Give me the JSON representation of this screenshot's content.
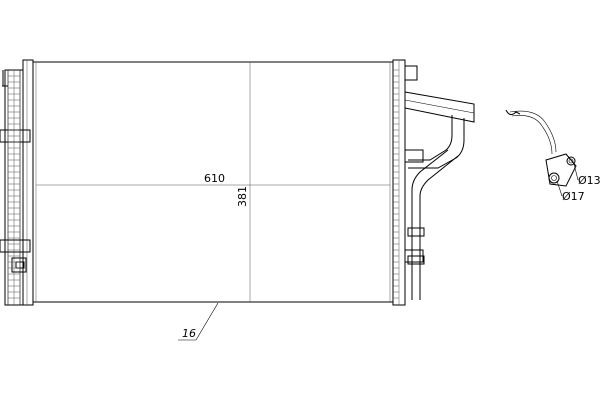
{
  "drawing": {
    "labels": {
      "width": "610",
      "height": "381",
      "thickness": "16",
      "diameter_small": "Ø13",
      "diameter_large": "Ø17"
    },
    "colors": {
      "line": "#000000",
      "background": "#ffffff"
    }
  }
}
